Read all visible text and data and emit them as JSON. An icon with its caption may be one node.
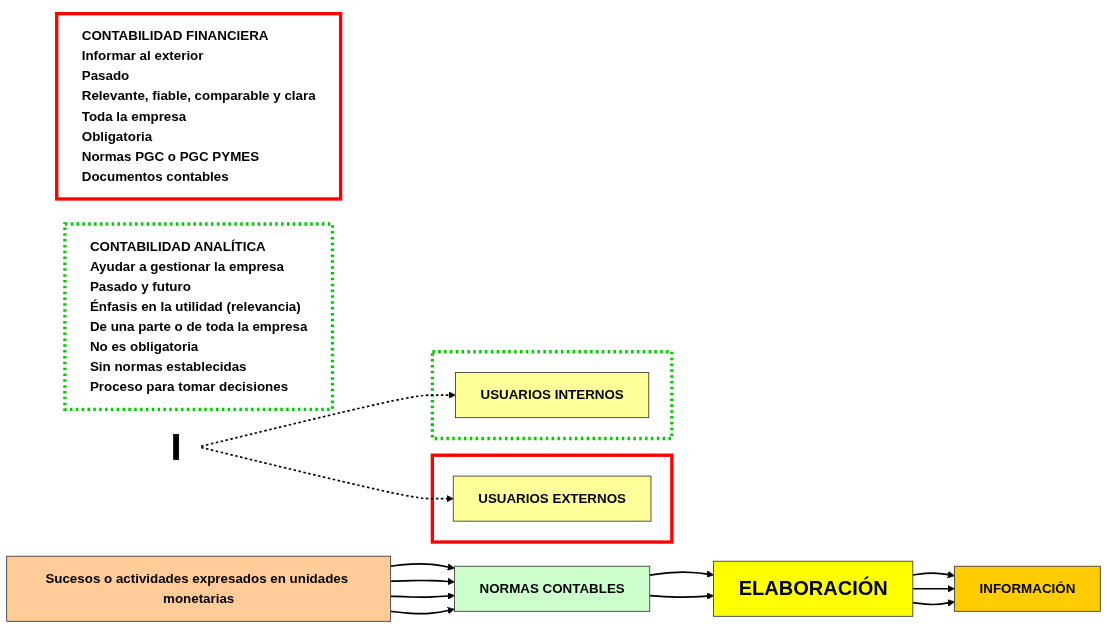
{
  "diagram": {
    "nodes": [
      {
        "text": [
          "CONTABILIDAD FINANCIERA",
          "Informar al exterior",
          "Pasado",
          "Relevante, fiable, comparable y clara",
          "Toda la empresa",
          "Obligatoria",
          "Normas PGC o PGC PYMES",
          "Documentos contables"
        ]
      },
      {
        "text": [
          "CONTABILIDAD ANALÍTICA",
          "Ayudar a gestionar la empresa",
          "Pasado y futuro",
          "Énfasis en la utilidad (relevancia)",
          "De una parte o de toda la empresa",
          "No es obligatoria",
          "Sin normas establecidas",
          "Proceso para tomar decisiones"
        ]
      },
      {
        "text": [
          "Sucesos o actividades expresados en unidades monetarias"
        ]
      },
      {
        "text": [
          "NORMAS CONTABLES"
        ]
      },
      {
        "text": [
          "ELABORACIÓN"
        ]
      },
      {
        "text": [
          "INFORMACIÓN"
        ]
      },
      {
        "text": [],
        "shape": "bar"
      },
      {
        "text": [],
        "shape": "box"
      },
      {
        "text": [
          "USUARIOS EXTERNOS"
        ],
        "in": 7
      },
      {
        "text": [],
        "shape": "box"
      },
      {
        "text": [
          "USUARIOS INTERNOS"
        ],
        "in": 9
      }
    ],
    "edges": [
      {
        "from": 2,
        "to": 3,
        "arrow": "to"
      },
      {
        "from": 2,
        "to": 3,
        "arrow": "to"
      },
      {
        "from": 2,
        "to": 3,
        "arrow": "to"
      },
      {
        "from": 2,
        "to": 3,
        "arrow": "to"
      },
      {
        "from": 3,
        "to": 4,
        "arrow": "to"
      },
      {
        "from": 3,
        "to": 4,
        "arrow": "to"
      },
      {
        "from": 4,
        "to": 5,
        "arrow": "to"
      },
      {
        "from": 4,
        "to": 5,
        "arrow": "to"
      },
      {
        "from": 4,
        "to": 5,
        "arrow": "to"
      },
      {
        "from": 6,
        "to": 8,
        "arrow": "to",
        "style": "dashed"
      },
      {
        "from": 6,
        "to": 10,
        "arrow": "to",
        "style": "dashed"
      }
    ]
  }
}
